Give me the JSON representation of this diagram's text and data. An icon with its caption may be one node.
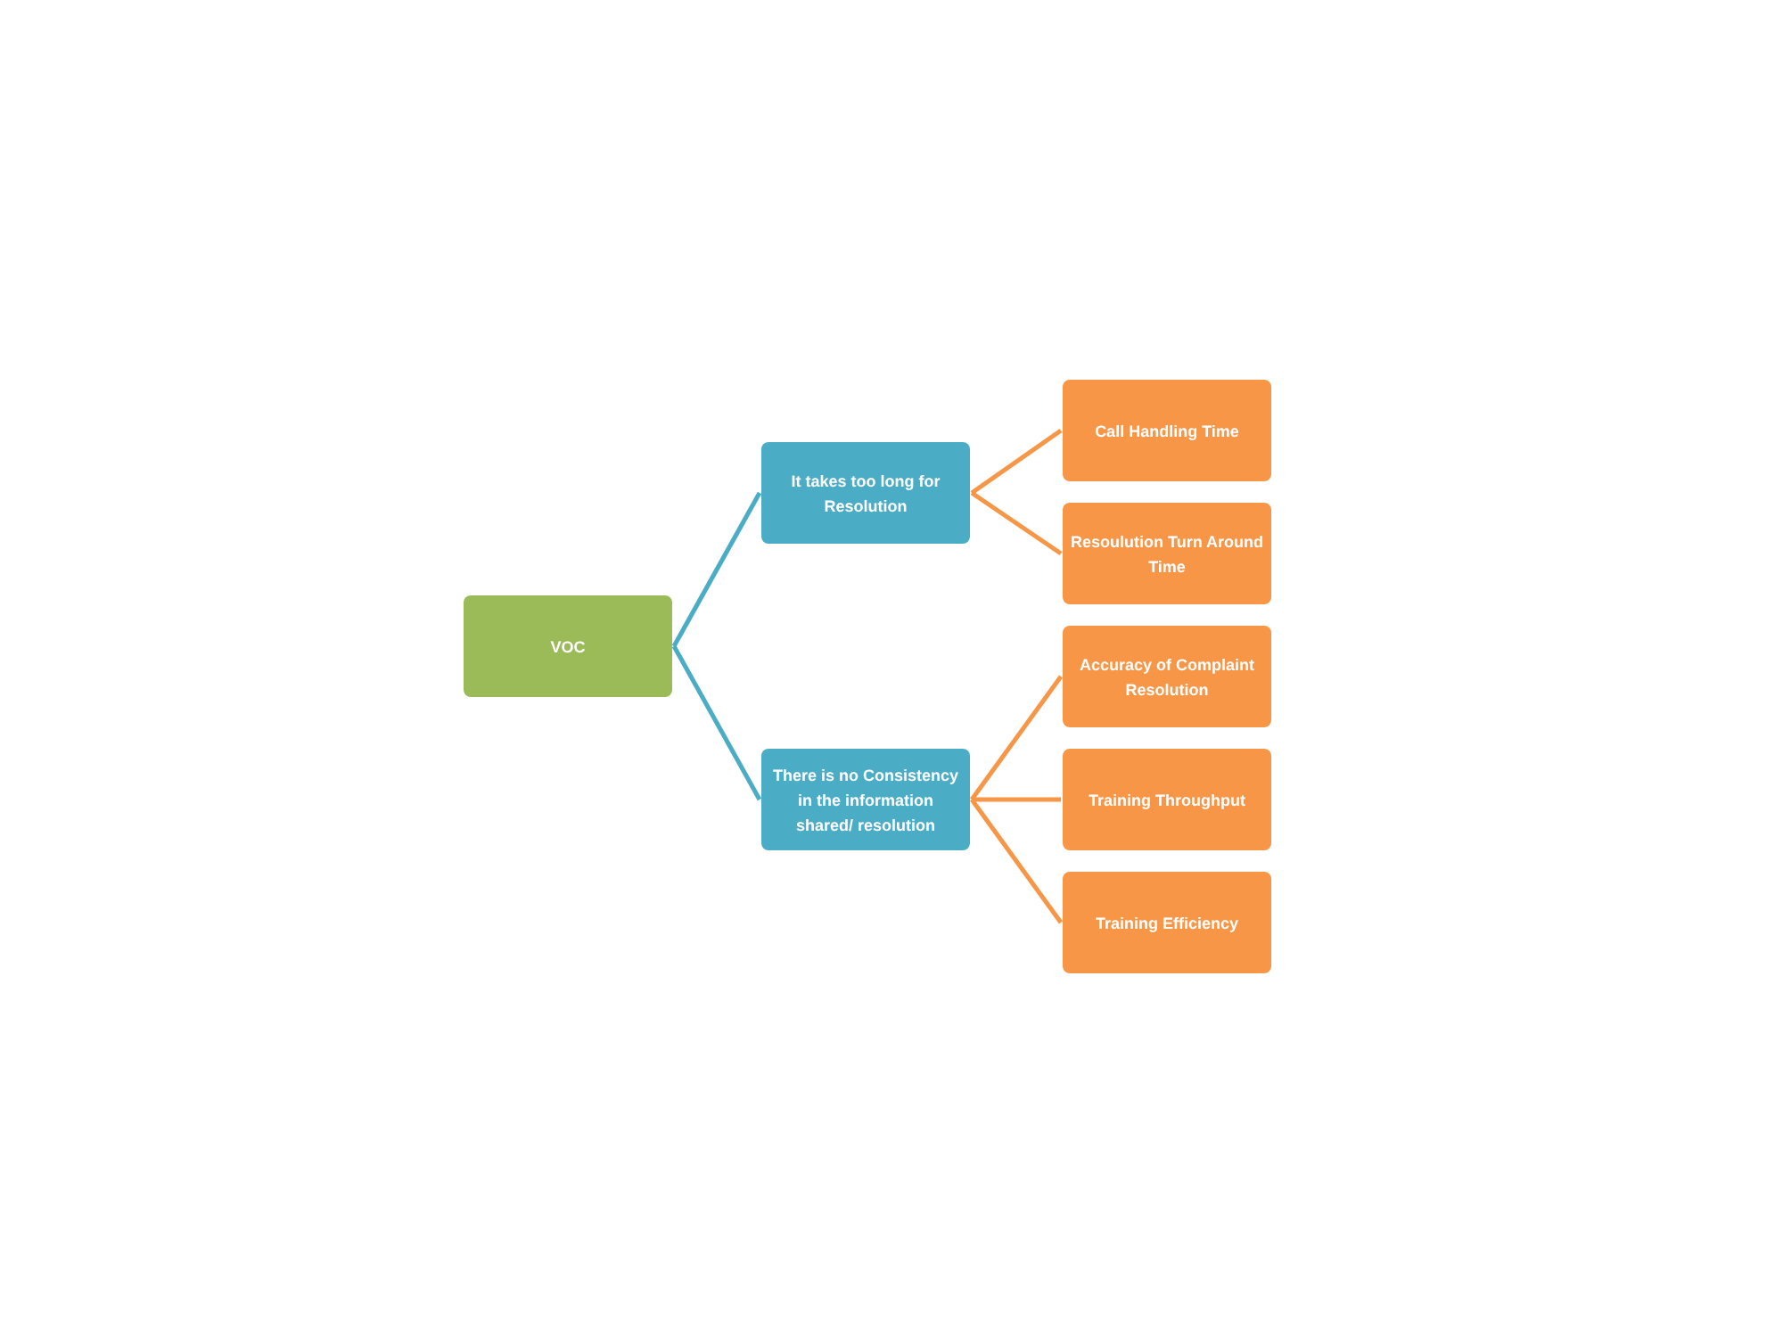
{
  "diagram": {
    "nodes": [
      {
        "text": [
          "VOC"
        ]
      },
      {
        "text": [
          "It takes too long for Resolution"
        ]
      },
      {
        "text": [
          "Call Handling Time"
        ]
      },
      {
        "text": [
          "Resoulution Turn Around Time"
        ]
      },
      {
        "text": [
          "There is no Consistency in the information shared/ resolution"
        ]
      },
      {
        "text": [
          "Accuracy of Complaint Resolution"
        ]
      },
      {
        "text": [
          "Training Throughput"
        ]
      },
      {
        "text": [
          "Training Efficiency"
        ]
      }
    ],
    "edges": [
      {
        "from": 0,
        "to": 1,
        "arrow": "none",
        "color": "#4bacc6"
      },
      {
        "from": 0,
        "to": 4,
        "arrow": "none",
        "color": "#4bacc6"
      },
      {
        "from": 1,
        "to": 2,
        "arrow": "none"
      },
      {
        "from": 1,
        "to": 3,
        "arrow": "none"
      },
      {
        "from": 4,
        "to": 5,
        "arrow": "none"
      },
      {
        "from": 4,
        "to": 6,
        "arrow": "none"
      },
      {
        "from": 4,
        "to": 7,
        "arrow": "none"
      }
    ]
  }
}
